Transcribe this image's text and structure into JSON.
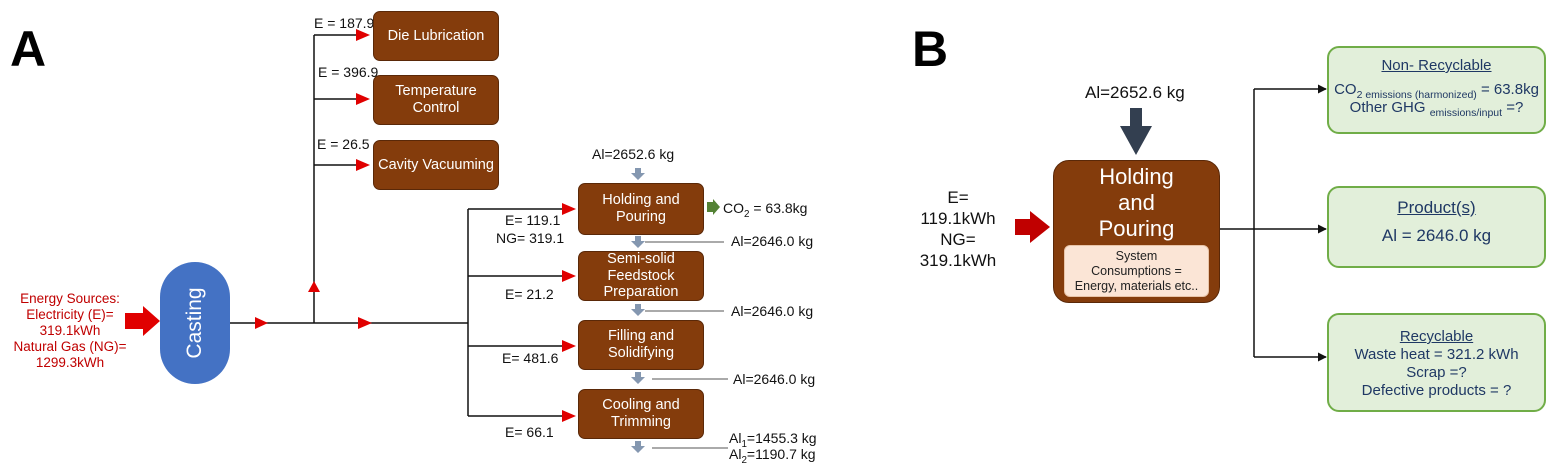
{
  "panel_a": {
    "label": "A",
    "energy_sources": [
      "Energy Sources:",
      "Electricity (E)=",
      "319.1kWh",
      "Natural Gas (NG)=",
      "1299.3kWh"
    ],
    "casting_label": "Casting",
    "aux": [
      {
        "energy": "E = 187.9",
        "label": "Die Lubrication"
      },
      {
        "energy": "E = 396.9",
        "label": "Temperature Control"
      },
      {
        "energy": "E = 26.5",
        "label": "Cavity Vacuuming"
      }
    ],
    "stages": [
      {
        "label": "Holding and Pouring",
        "energy": [
          "E= 119.1",
          "NG= 319.1"
        ]
      },
      {
        "label": "Semi-solid Feedstock Preparation",
        "energy": [
          "E= 21.2"
        ]
      },
      {
        "label": "Filling and Solidifying",
        "energy": [
          "E= 481.6"
        ]
      },
      {
        "label": "Cooling and Trimming",
        "energy": [
          "E= 66.1"
        ]
      }
    ],
    "al_input": "Al=2652.6 kg",
    "co2_prefix": "CO",
    "co2_sub": "2",
    "co2_value": " = 63.8kg",
    "al_outputs": [
      "Al=2646.0 kg",
      "Al=2646.0 kg",
      "Al=2646.0 kg"
    ],
    "al_final": [
      {
        "pre": "Al",
        "sub": "1",
        "val": "=1455.3 kg"
      },
      {
        "pre": "Al",
        "sub": "2",
        "val": "=1190.7 kg"
      }
    ]
  },
  "panel_b": {
    "label": "B",
    "al_input": "Al=2652.6 kg",
    "energy": [
      "E=",
      "119.1kWh",
      "NG=",
      "319.1kWh"
    ],
    "process_title": [
      "Holding",
      "and",
      "Pouring"
    ],
    "system_text": [
      "System",
      "Consumptions =",
      "Energy, materials etc.."
    ],
    "non_recyclable": {
      "title": "Non- Recyclable",
      "co2_pre": "CO",
      "co2_sub": "2 emissions (harmonized)",
      "co2_val": " = 63.8kg",
      "ghg_pre": "Other GHG ",
      "ghg_sub": "emissions/input",
      "ghg_val": " =?"
    },
    "product": {
      "title": "Product(s)",
      "value": "Al = 2646.0 kg"
    },
    "recyclable": {
      "title": "Recyclable",
      "lines": [
        "Waste heat = 321.2 kWh",
        "Scrap =?",
        "Defective products = ?"
      ]
    }
  },
  "colors": {
    "process_box": "#843c0c",
    "casting": "#4472c4",
    "energy_arrow": "#e00000",
    "co2_arrow": "#548235",
    "material_arrow": "#8497b0",
    "output_box_fill": "#e2efda",
    "output_box_border": "#70ad47"
  }
}
